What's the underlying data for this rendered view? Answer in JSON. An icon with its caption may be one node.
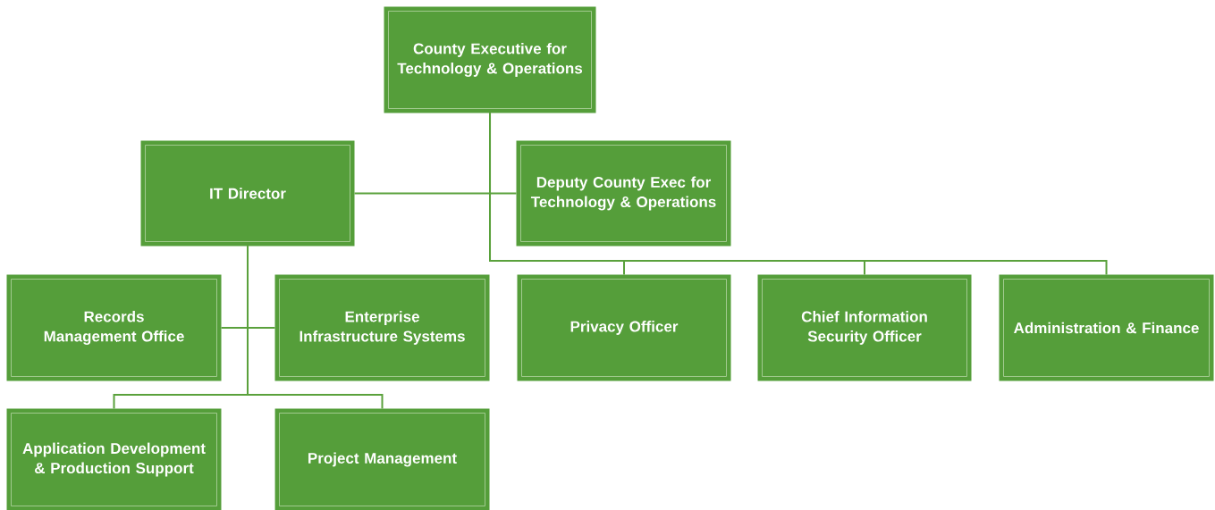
{
  "diagram": {
    "nodes": [
      {
        "text": [
          "County Executive for Technology & Operations"
        ]
      },
      {
        "text": [
          "IT Director"
        ]
      },
      {
        "text": [
          "Deputy County Exec for Technology & Operations"
        ]
      },
      {
        "text": [
          "Records Management Office"
        ]
      },
      {
        "text": [
          "Enterprise Infrastructure Systems"
        ]
      },
      {
        "text": [
          "Privacy Officer"
        ]
      },
      {
        "text": [
          "Chief Information Security Officer"
        ]
      },
      {
        "text": [
          "Administration & Finance"
        ]
      },
      {
        "text": [
          "Application Development & Production Support"
        ]
      },
      {
        "text": [
          "Project Management"
        ]
      }
    ],
    "edges": [
      {
        "from": 0,
        "to": 1,
        "arrow": "none"
      },
      {
        "from": 0,
        "to": 2,
        "arrow": "none"
      },
      {
        "from": 0,
        "to": 5,
        "arrow": "none"
      },
      {
        "from": 0,
        "to": 6,
        "arrow": "none"
      },
      {
        "from": 0,
        "to": 7,
        "arrow": "none"
      },
      {
        "from": 1,
        "to": 3,
        "arrow": "none"
      },
      {
        "from": 1,
        "to": 4,
        "arrow": "none"
      },
      {
        "from": 1,
        "to": 8,
        "arrow": "none"
      },
      {
        "from": 1,
        "to": 9,
        "arrow": "none"
      }
    ]
  }
}
